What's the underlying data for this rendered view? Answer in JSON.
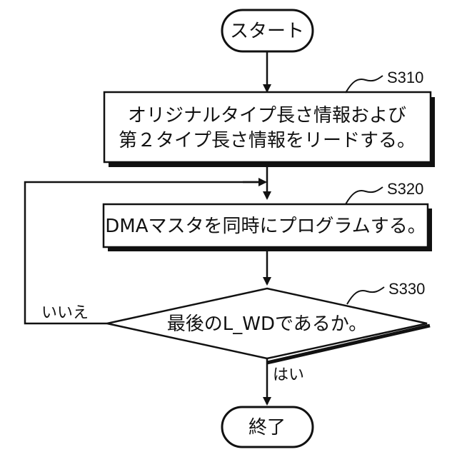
{
  "flowchart": {
    "start": {
      "label": "スタート"
    },
    "step1": {
      "ref": "S310",
      "lines": [
        "オリジナルタイプ長さ情報および",
        "第２タイプ長さ情報をリードする。"
      ]
    },
    "step2": {
      "ref": "S320",
      "label": "DMAマスタを同時にプログラムする。"
    },
    "decision": {
      "ref": "S330",
      "label": "最後のL_WDであるか。",
      "no_label": "いいえ",
      "yes_label": "はい"
    },
    "end": {
      "label": "終了"
    }
  }
}
